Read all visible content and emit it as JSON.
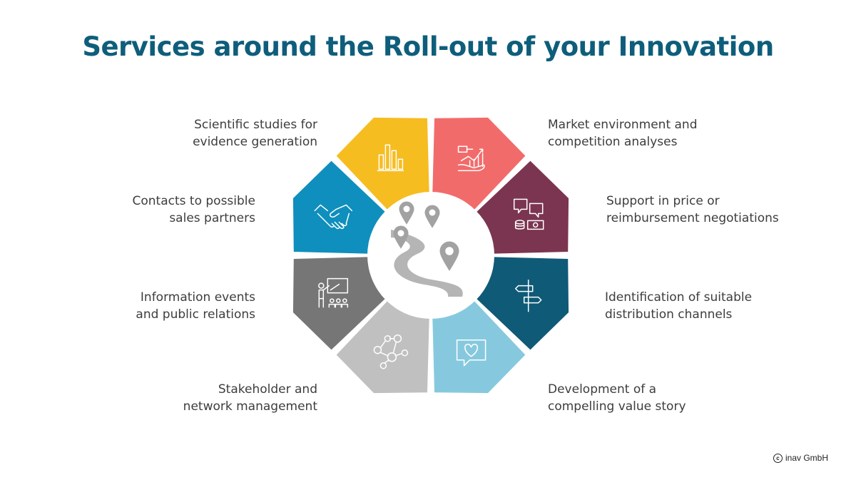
{
  "title": "Services around the Roll-out of your Innovation",
  "segments": [
    {
      "id": "scientific-studies",
      "label": "Scientific studies for\nevidence generation",
      "color": "#f6bd21",
      "icon": "bar-chart-icon"
    },
    {
      "id": "market-environment",
      "label": "Market environment and\ncompetition analyses",
      "color": "#f26b6b",
      "icon": "growth-chart-hand-icon"
    },
    {
      "id": "price-negotiations",
      "label": "Support in price or\nreimbursement negotiations",
      "color": "#7b3550",
      "icon": "chat-money-icon"
    },
    {
      "id": "distribution-channels",
      "label": "Identification of suitable\ndistribution channels",
      "color": "#0f5a77",
      "icon": "signpost-icon"
    },
    {
      "id": "value-story",
      "label": "Development of a\ncompelling value story",
      "color": "#86c9de",
      "icon": "heart-speech-bubble-icon"
    },
    {
      "id": "stakeholder-management",
      "label": "Stakeholder and\nnetwork management",
      "color": "#c0c0c0",
      "icon": "network-people-icon"
    },
    {
      "id": "information-events",
      "label": "Information events\nand public relations",
      "color": "#767676",
      "icon": "presentation-icon"
    },
    {
      "id": "sales-partners",
      "label": "Contacts to possible\nsales partners",
      "color": "#0f8fbd",
      "icon": "handshake-icon"
    }
  ],
  "center": {
    "icon": "winding-road-with-pins-icon",
    "road_color": "#b5b5b5",
    "pin_color": "#a2a2a2"
  },
  "copyright": "inav GmbH"
}
